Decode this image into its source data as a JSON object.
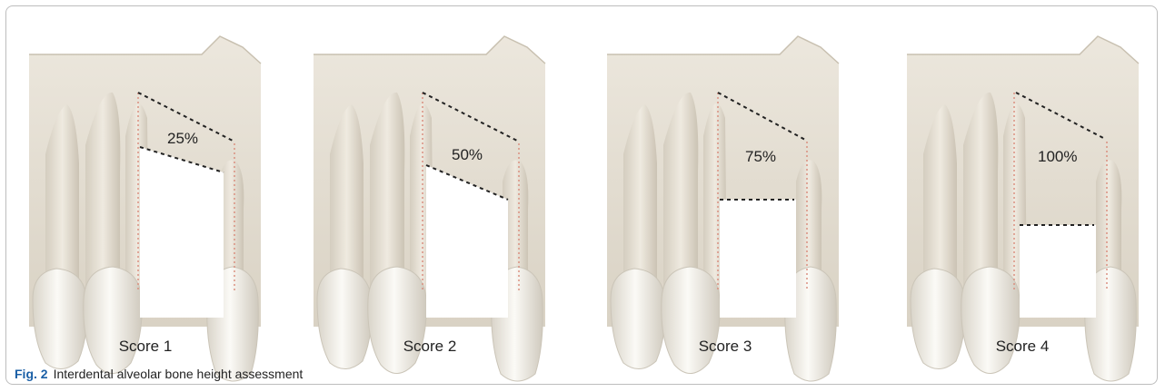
{
  "figure": {
    "fig_label": "Fig. 2",
    "caption": "Interdental alveolar bone height assessment"
  },
  "panels": [
    {
      "score": "Score 1",
      "percent": "25%"
    },
    {
      "score": "Score 2",
      "percent": "50%"
    },
    {
      "score": "Score 3",
      "percent": "75%"
    },
    {
      "score": "Score 4",
      "percent": "100%"
    }
  ],
  "colors": {
    "bone": "#e3ddd1",
    "bone_shadow": "#cfc7b8",
    "tooth": "#f6f4ef",
    "tooth_shadow": "#d8d3c8",
    "dashed_line": "#222222",
    "root_canal": "#d98a7a",
    "fig_label": "#1a5fa6"
  }
}
